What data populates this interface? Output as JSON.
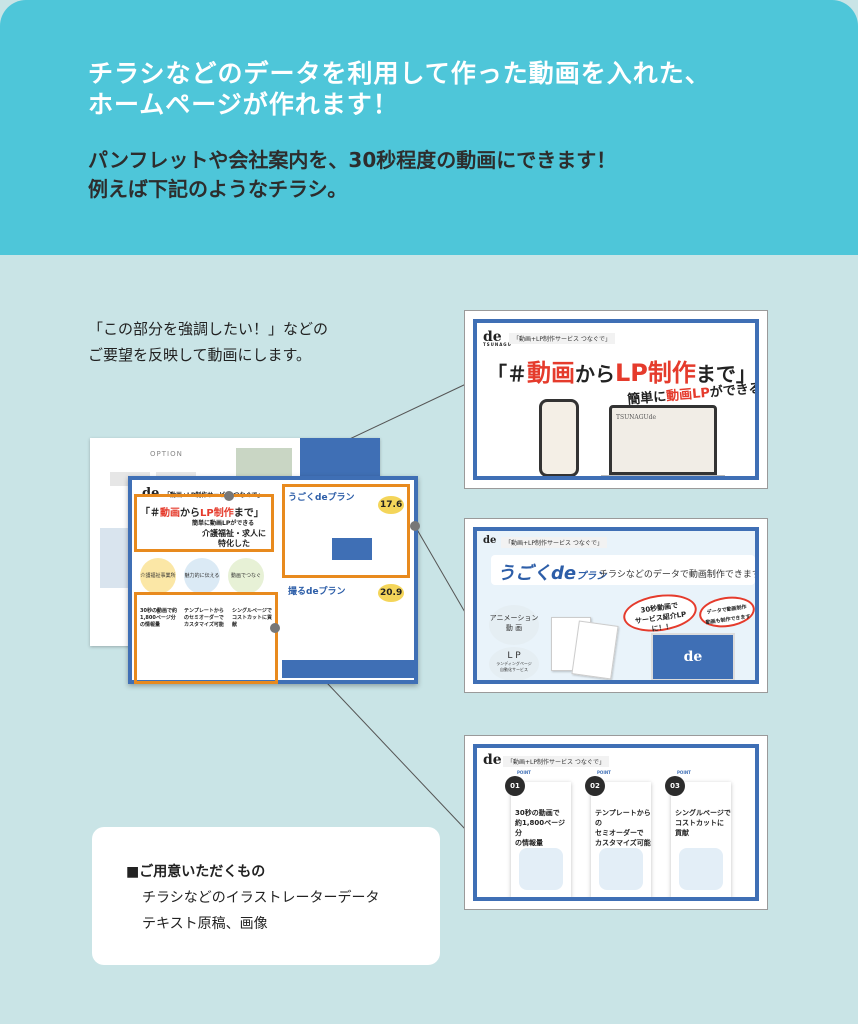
{
  "header": {
    "title": "チラシなどのデータを利用して作った動画を入れた、\nホームページが作れます！",
    "subtitle": "パンフレットや会社案内を、30秒程度の動画にできます！\n例えば下記のようなチラシ。",
    "bg_color": "#4ec6d9"
  },
  "intro": {
    "text": "「この部分を強調したい！」などの\nご要望を反映して動画にします。"
  },
  "flyer": {
    "option_label": "OPTION",
    "service_label": "「動画+LP制作サービス つなぐで」",
    "headline_prefix": "「＃",
    "headline_red": "動画",
    "headline_mid": "から",
    "headline_red2": "LP制作",
    "headline_suffix": "まで」",
    "headline_sub": "簡単に動画LPができる",
    "care_line1": "介護福祉・求人に",
    "care_line2": "特化した",
    "circle_labels": [
      "介護福祉事業所を",
      "魅力的に伝える",
      "動画でつなぐ"
    ],
    "points": [
      {
        "text": "30秒の動画で約1,800ページ分の情報量"
      },
      {
        "text": "テンプレートからのセミオーダーでカスタマイズ可能"
      },
      {
        "text": "シングルページでコストカットに貢献"
      }
    ],
    "plan1": "うごくdeプラン",
    "plan2": "撮るdeプラン",
    "price1": "17.6",
    "price2": "20.9",
    "accent_orange": "#e88a1e",
    "accent_blue": "#3f6fb5"
  },
  "card1": {
    "logo": "de",
    "logo_sub": "TSUNAGU",
    "service": "「動画+LP制作サービス つなぐで」",
    "headline_open": "「＃",
    "headline_red1": "動画",
    "headline_mid": "から",
    "headline_red2": "LP制作",
    "headline_close": "まで」",
    "subline_pre": "簡単に",
    "subline_red": "動画LP",
    "subline_post": "ができる",
    "laptop_text": "TSUNAGUde"
  },
  "card2": {
    "service": "「動画+LP制作サービス つなぐで」",
    "plan": "うごくde",
    "plan_suffix": "プラン",
    "tagline": "チラシなどのデータで動画制作できます！",
    "bubble1": "30秒動画で\nサービス紹介LPに！！",
    "bubble2": "データで動画制作\n動画も制作できます",
    "anim_label": "アニメーション\n動 画",
    "lp_label": "L P",
    "lp_sub": "ランディングページ\n自動化サービス",
    "tv_logo": "de"
  },
  "card3": {
    "logo": "de",
    "service": "「動画+LP制作サービス つなぐで」",
    "points": [
      {
        "label": "POINT",
        "num": "01",
        "text": "30秒の動画で\n約1,800ページ分\nの情報量"
      },
      {
        "label": "POINT",
        "num": "02",
        "text": "テンプレートからの\nセミオーダーで\nカスタマイズ可能"
      },
      {
        "label": "POINT",
        "num": "03",
        "text": "シングルページで\nコストカットに\n貢献"
      }
    ]
  },
  "prep": {
    "heading": "■ご用意いただくもの",
    "items": [
      "チラシなどのイラストレーターデータ",
      "テキスト原稿、画像"
    ]
  }
}
